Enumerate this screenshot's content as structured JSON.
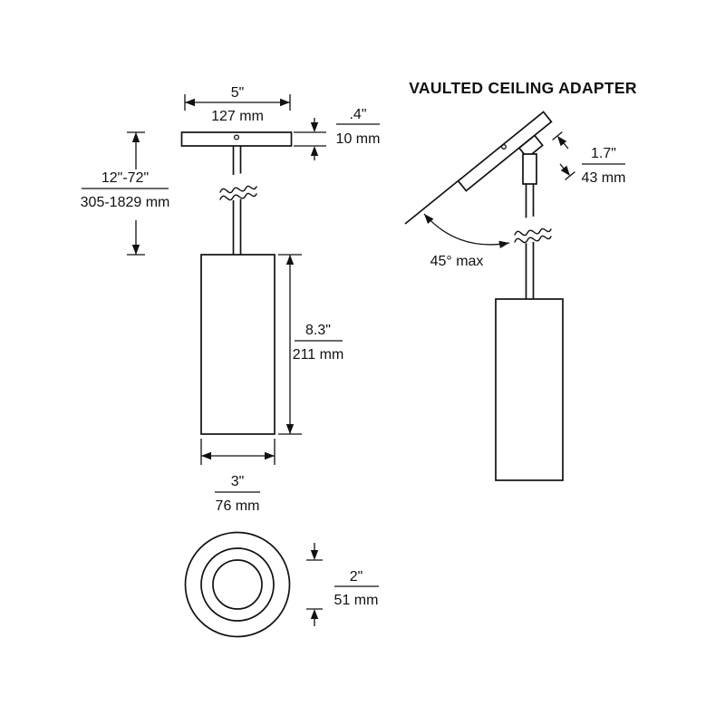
{
  "title": "VAULTED CEILING ADAPTER",
  "dims": {
    "canopy_width": {
      "in": "5\"",
      "mm": "127 mm"
    },
    "canopy_thickness": {
      "in": ".4\"",
      "mm": "10 mm"
    },
    "suspension_length": {
      "in": "12\"-72\"",
      "mm": "305-1829 mm"
    },
    "body_height": {
      "in": "8.3\"",
      "mm": "211 mm"
    },
    "body_width": {
      "in": "3\"",
      "mm": "76 mm"
    },
    "aperture_diameter": {
      "in": "2\"",
      "mm": "51 mm"
    },
    "adapter_offset": {
      "in": "1.7\"",
      "mm": "43 mm"
    },
    "tilt_angle": "45° max"
  },
  "colors": {
    "line": "#111111",
    "background": "#ffffff"
  }
}
